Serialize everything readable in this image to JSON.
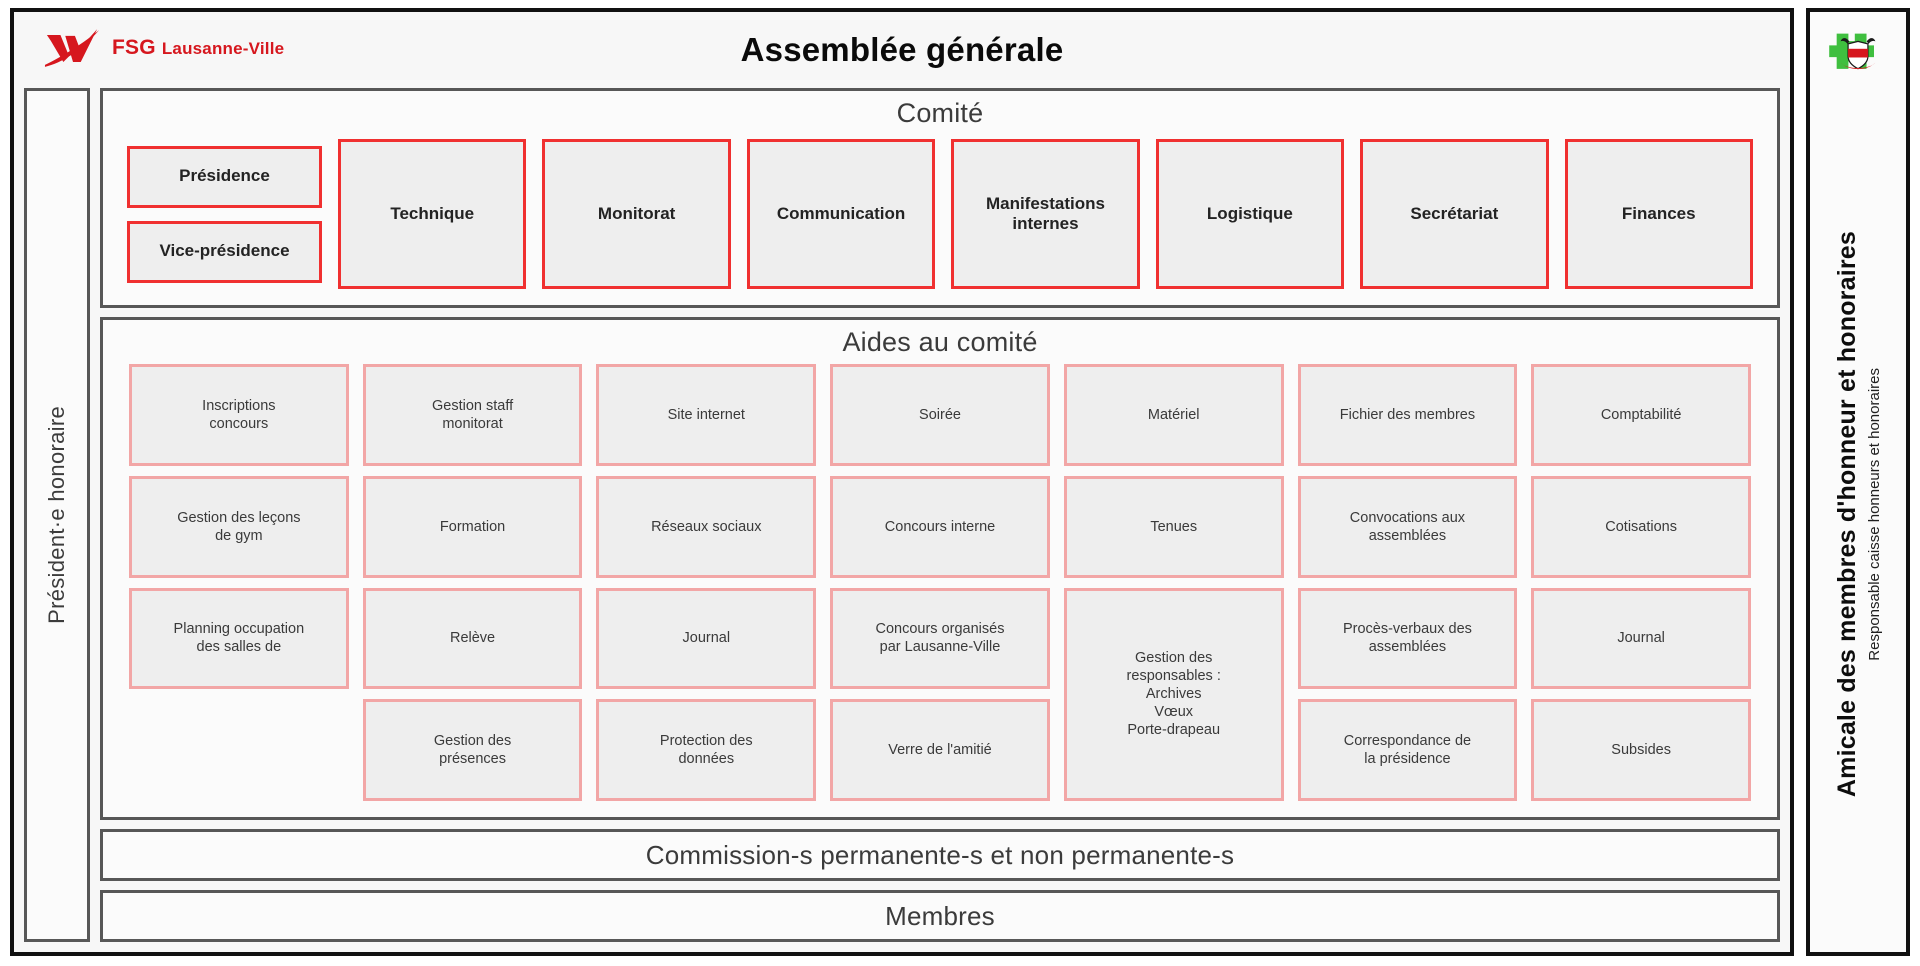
{
  "header": {
    "logo_text_main": "FSG",
    "logo_text_rest": "Lausanne-Ville",
    "logo_icon": "fsg-lv-logo-icon",
    "title": "Assemblée générale"
  },
  "left_rail": {
    "label": "Président·e honoraire"
  },
  "comite": {
    "title": "Comité",
    "presidency": [
      {
        "label": "Présidence"
      },
      {
        "label": "Vice-présidence"
      }
    ],
    "departments": [
      {
        "label": "Technique"
      },
      {
        "label": "Monitorat"
      },
      {
        "label": "Communication"
      },
      {
        "label": "Manifestations internes"
      },
      {
        "label": "Logistique"
      },
      {
        "label": "Secrétariat"
      },
      {
        "label": "Finances"
      }
    ]
  },
  "aides": {
    "title": "Aides au comité",
    "columns": [
      {
        "column_of": "Technique",
        "cells": [
          "Inscriptions\nconcours",
          "Gestion des leçons\nde gym",
          "Planning occupation\ndes salles de",
          ""
        ]
      },
      {
        "column_of": "Monitorat",
        "cells": [
          "Gestion staff\nmonitorat",
          "Formation",
          "Relève",
          "Gestion des\nprésences"
        ]
      },
      {
        "column_of": "Communication",
        "cells": [
          "Site internet",
          "Réseaux sociaux",
          "Journal",
          "Protection des\ndonnées"
        ]
      },
      {
        "column_of": "Manifestations internes",
        "cells": [
          "Soirée",
          "Concours interne",
          "Concours organisés\npar Lausanne-Ville",
          "Verre de l'amitié"
        ]
      },
      {
        "column_of": "Logistique",
        "cells": [
          "Matériel",
          "Tenues",
          "Gestion des\nresponsables :\nArchives\nVœux\nPorte-drapeau",
          ""
        ]
      },
      {
        "column_of": "Secrétariat",
        "cells": [
          "Fichier des membres",
          "Convocations aux\nassemblées",
          "Procès-verbaux des\nassemblées",
          "Correspondance de\nla présidence"
        ]
      },
      {
        "column_of": "Finances",
        "cells": [
          "Comptabilité",
          "Cotisations",
          "Journal",
          "Subsides"
        ]
      }
    ]
  },
  "banners": [
    {
      "label": "Commission-s permanente-s et non permanente-s"
    },
    {
      "label": "Membres"
    }
  ],
  "right_panel": {
    "crest_icon": "lausanne-coat-of-arms-icon",
    "title": "Amicale des membres d'honneur et honoraires",
    "subtitle": "Responsable caisse honneurs et honoraires"
  },
  "colors": {
    "brand_red": "#d6171e",
    "box_red_border": "#f03030",
    "box_pink_border": "#f2a6a6",
    "box_fill": "#eeeeee",
    "frame_dark": "#111111",
    "frame_gray": "#575757"
  }
}
